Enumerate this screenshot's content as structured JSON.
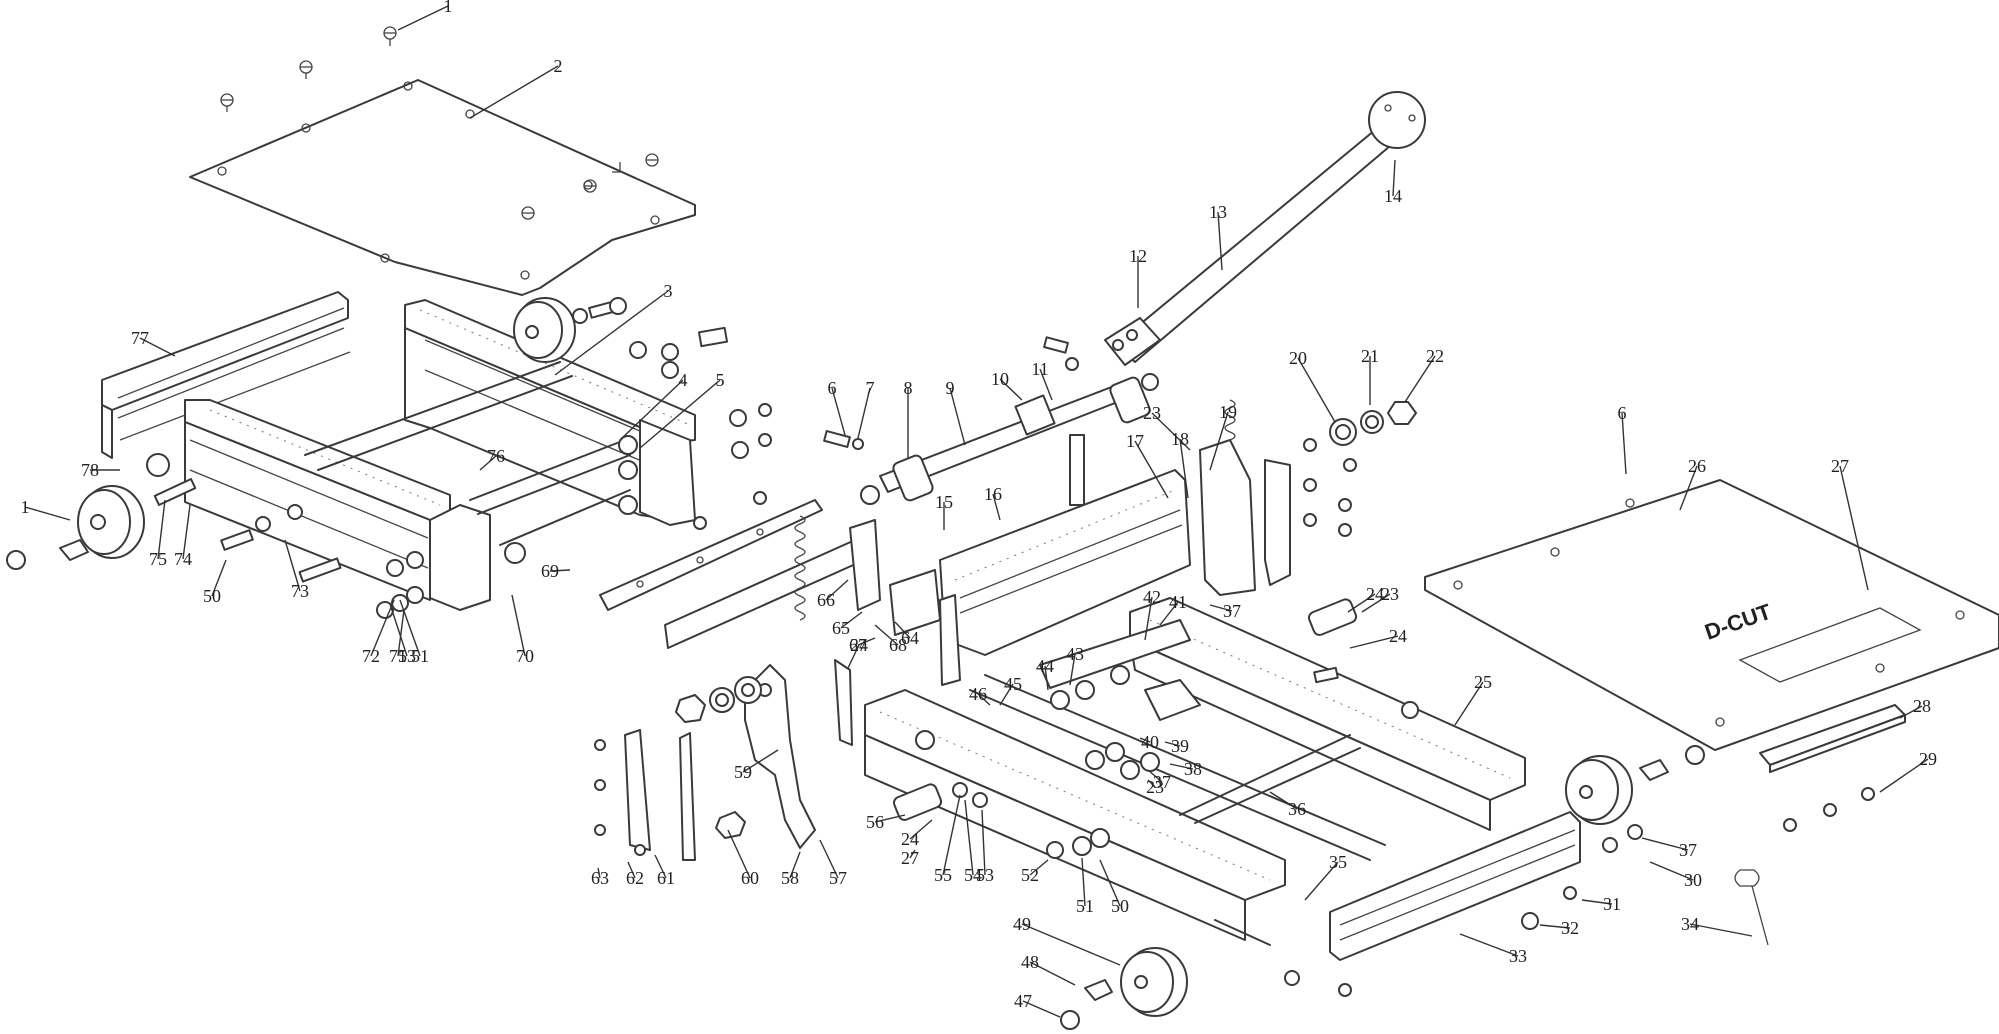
{
  "logo_text": "D-CUT",
  "callouts": [
    {
      "label": "1"
    },
    {
      "label": "2"
    },
    {
      "label": "3"
    },
    {
      "label": "4"
    },
    {
      "label": "5"
    },
    {
      "label": "6"
    },
    {
      "label": "7"
    },
    {
      "label": "8"
    },
    {
      "label": "9"
    },
    {
      "label": "10"
    },
    {
      "label": "11"
    },
    {
      "label": "12"
    },
    {
      "label": "13"
    },
    {
      "label": "14"
    },
    {
      "label": "15"
    },
    {
      "label": "16"
    },
    {
      "label": "17"
    },
    {
      "label": "18"
    },
    {
      "label": "19"
    },
    {
      "label": "20"
    },
    {
      "label": "21"
    },
    {
      "label": "22"
    },
    {
      "label": "23"
    },
    {
      "label": "24"
    },
    {
      "label": "25"
    },
    {
      "label": "26"
    },
    {
      "label": "27"
    },
    {
      "label": "28"
    },
    {
      "label": "29"
    },
    {
      "label": "30"
    },
    {
      "label": "31"
    },
    {
      "label": "32"
    },
    {
      "label": "33"
    },
    {
      "label": "34"
    },
    {
      "label": "35"
    },
    {
      "label": "36"
    },
    {
      "label": "37"
    },
    {
      "label": "38"
    },
    {
      "label": "39"
    },
    {
      "label": "40"
    },
    {
      "label": "41"
    },
    {
      "label": "42"
    },
    {
      "label": "43"
    },
    {
      "label": "44"
    },
    {
      "label": "45"
    },
    {
      "label": "46"
    },
    {
      "label": "47"
    },
    {
      "label": "48"
    },
    {
      "label": "49"
    },
    {
      "label": "50"
    },
    {
      "label": "51"
    },
    {
      "label": "52"
    },
    {
      "label": "53"
    },
    {
      "label": "54"
    },
    {
      "label": "55"
    },
    {
      "label": "56"
    },
    {
      "label": "57"
    },
    {
      "label": "58"
    },
    {
      "label": "59"
    },
    {
      "label": "60"
    },
    {
      "label": "61"
    },
    {
      "label": "62"
    },
    {
      "label": "63"
    },
    {
      "label": "64"
    },
    {
      "label": "65"
    },
    {
      "label": "66"
    },
    {
      "label": "67"
    },
    {
      "label": "68"
    },
    {
      "label": "69"
    },
    {
      "label": "70"
    },
    {
      "label": "71"
    },
    {
      "label": "72"
    },
    {
      "label": "73"
    },
    {
      "label": "74"
    },
    {
      "label": "75"
    },
    {
      "label": "76"
    },
    {
      "label": "77"
    },
    {
      "label": "78"
    },
    {
      "label": "1"
    },
    {
      "label": "6"
    },
    {
      "label": "23"
    },
    {
      "label": "24"
    },
    {
      "label": "27"
    },
    {
      "label": "37"
    },
    {
      "label": "50"
    },
    {
      "label": "51"
    },
    {
      "label": "53"
    },
    {
      "label": "24"
    },
    {
      "label": "37"
    },
    {
      "label": "23"
    },
    {
      "label": "24"
    }
  ]
}
